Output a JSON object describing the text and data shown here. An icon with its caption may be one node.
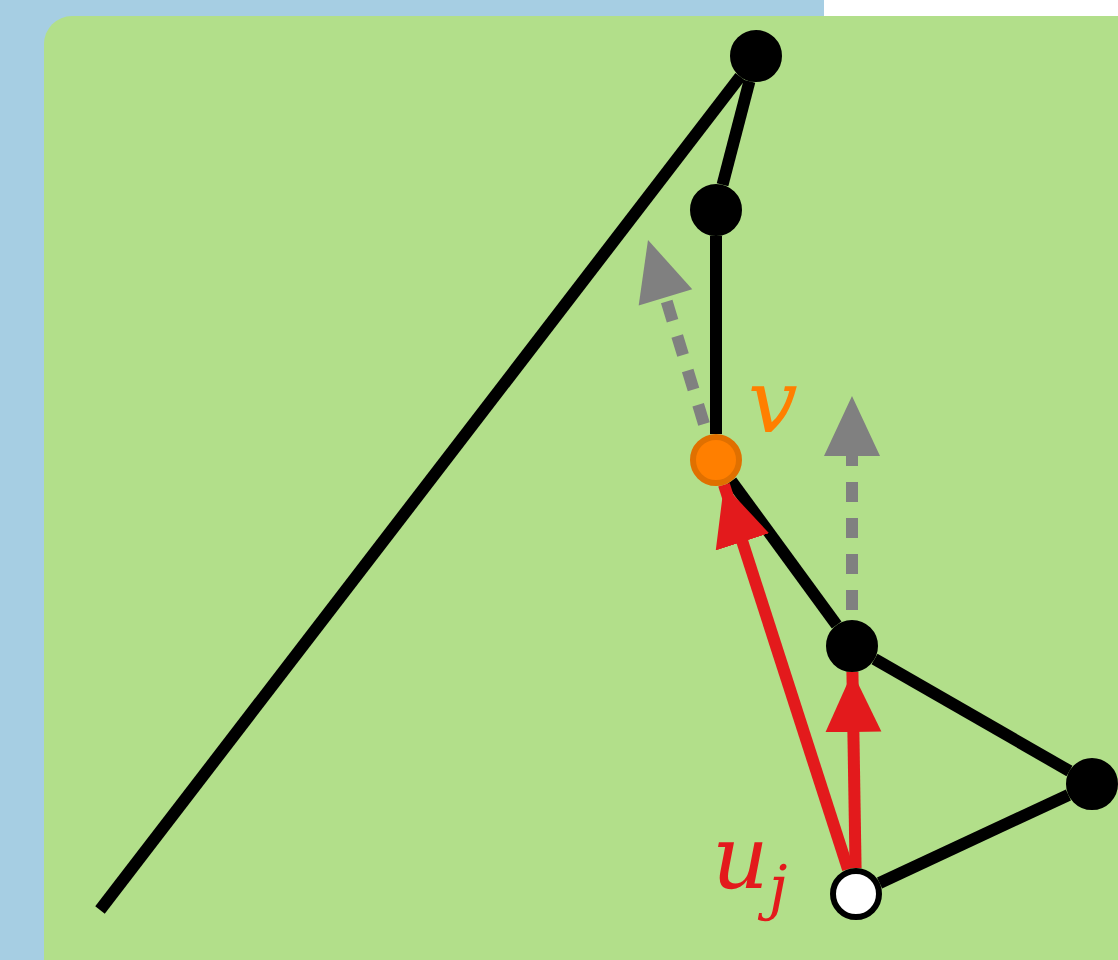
{
  "diagram": {
    "nodes": [
      {
        "text": [],
        "shape": "circle"
      },
      {
        "text": [],
        "shape": "circle"
      },
      {
        "text": [],
        "shape": "circle",
        "beside": [
          "v"
        ]
      },
      {
        "text": [],
        "shape": "circle"
      },
      {
        "text": [],
        "shape": "circle"
      },
      {
        "text": [],
        "shape": "circle",
        "beside": [
          "u$_{j}$"
        ]
      }
    ],
    "edges": [
      {
        "from": 0,
        "to": 1,
        "arrow": "none"
      },
      {
        "from": 1,
        "to": 2,
        "arrow": "none"
      },
      {
        "from": 2,
        "to": 3,
        "arrow": "none"
      },
      {
        "from": 3,
        "to": 4,
        "arrow": "none"
      },
      {
        "from": 4,
        "to": 5,
        "arrow": "none"
      },
      {
        "from": 0,
        "to": null,
        "arrow": "none"
      },
      {
        "from": 5,
        "to": 2,
        "arrow": "to",
        "color": "#e31a1c"
      },
      {
        "from": 5,
        "to": 3,
        "arrow": "to",
        "color": "#e31a1c"
      }
    ]
  }
}
